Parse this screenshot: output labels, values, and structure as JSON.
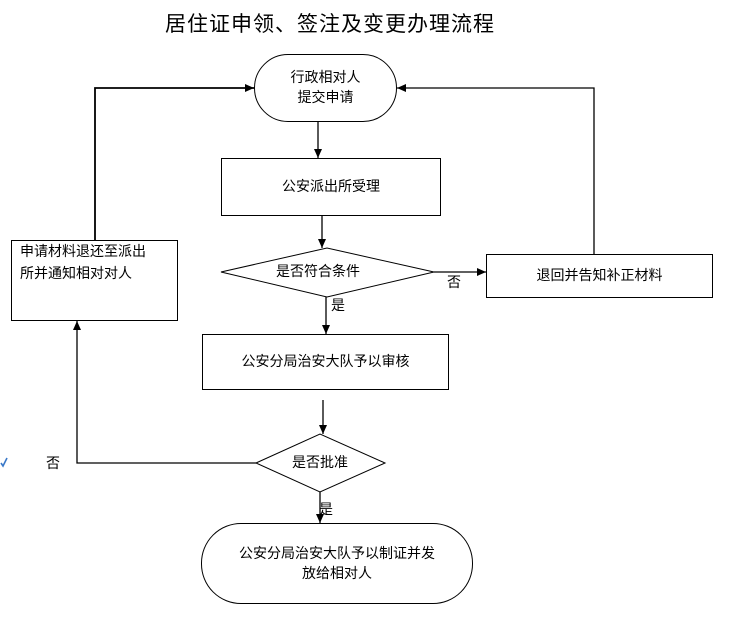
{
  "title": "居住证申领、签注及变更办理流程",
  "nodes": {
    "submit": [
      "行政相对人",
      "提交申请"
    ],
    "accept": "公安派出所受理",
    "check_condition": "是否符合条件",
    "return_notify": "退回并告知补正材料",
    "review": "公安分局治安大队予以审核",
    "approve": "是否批准",
    "materials_returned": [
      "申请材料退还至派出",
      "所并通知相对对人"
    ],
    "issue": [
      "公安分局治安大队予以制证并发",
      "放给相对人"
    ]
  },
  "labels": {
    "yes_condition": "是",
    "no_condition": "否",
    "yes_approve": "是",
    "no_approve": "否"
  },
  "colors": {
    "line": "#000000",
    "background": "#ffffff",
    "tick": "#3a78c8"
  }
}
